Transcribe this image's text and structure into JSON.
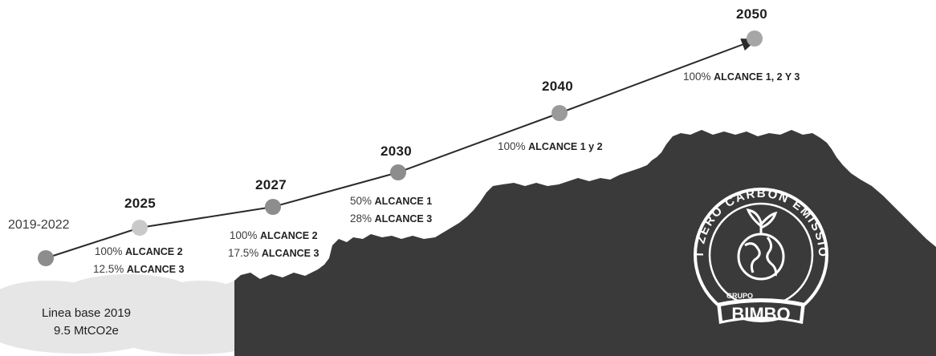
{
  "milestones": [
    {
      "year": "2019-2022",
      "note": []
    },
    {
      "year": "2025",
      "note": [
        {
          "pct": "100%",
          "scope": "ALCANCE 2"
        },
        {
          "pct": "12.5%",
          "scope": "ALCANCE 3"
        }
      ]
    },
    {
      "year": "2027",
      "note": [
        {
          "pct": "100%",
          "scope": "ALCANCE 2"
        },
        {
          "pct": "17.5%",
          "scope": "ALCANCE 3"
        }
      ]
    },
    {
      "year": "2030",
      "note": [
        {
          "pct": "50%",
          "scope": "ALCANCE 1"
        },
        {
          "pct": "28%",
          "scope": "ALCANCE 3"
        }
      ]
    },
    {
      "year": "2040",
      "note": [
        {
          "pct": "100%",
          "scope": "ALCANCE 1 y 2"
        }
      ]
    },
    {
      "year": "2050",
      "note": [
        {
          "pct": "100%",
          "scope": "ALCANCE 1, 2 Y 3"
        }
      ]
    }
  ],
  "baseline": {
    "line1": "Linea base 2019",
    "line2": "9.5 MtCO2e"
  },
  "badge": {
    "ring_text": "NET ZERO CARBON EMISSIONS",
    "group_label": "GRUPO",
    "brand": "BIMBO",
    "icon": "globe-with-sprout-icon"
  },
  "colors": {
    "mountain": "#3a3a3a",
    "cloud": "#e4e4e4",
    "milestone_dot": "#8d8d8d",
    "line": "#2a2a2a"
  }
}
